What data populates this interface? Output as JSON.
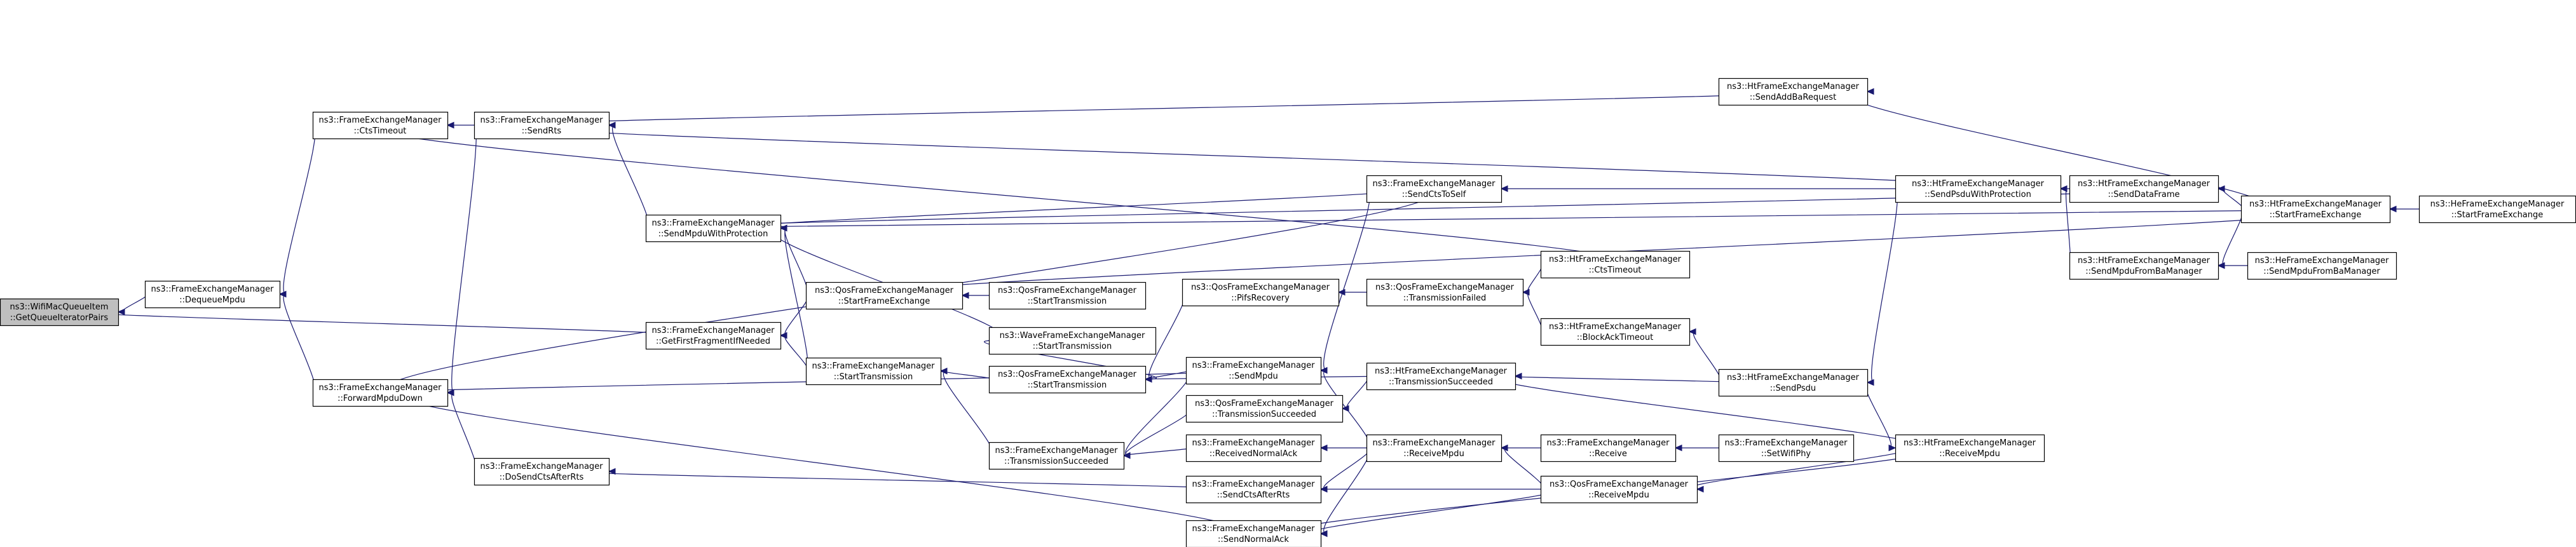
{
  "graph": {
    "type": "call-graph",
    "nodes": [
      {
        "id": "root",
        "line1": "ns3::WifiMacQueueItem",
        "line2": "::GetQueueIteratorPairs",
        "root": true
      },
      {
        "id": "dequeue",
        "line1": "ns3::FrameExchangeManager",
        "line2": "::DequeueMpdu"
      },
      {
        "id": "ctsTimeout",
        "line1": "ns3::FrameExchangeManager",
        "line2": "::CtsTimeout"
      },
      {
        "id": "sendRts",
        "line1": "ns3::FrameExchangeManager",
        "line2": "::SendRts"
      },
      {
        "id": "forwardMpdu",
        "line1": "ns3::FrameExchangeManager",
        "line2": "::ForwardMpduDown"
      },
      {
        "id": "doSendCts",
        "line1": "ns3::FrameExchangeManager",
        "line2": "::DoSendCtsAfterRts"
      },
      {
        "id": "sendMpduProt",
        "line1": "ns3::FrameExchangeManager",
        "line2": "::SendMpduWithProtection"
      },
      {
        "id": "getFirstFrag",
        "line1": "ns3::FrameExchangeManager",
        "line2": "::GetFirstFragmentIfNeeded"
      },
      {
        "id": "qosStartFE",
        "line1": "ns3::QosFrameExchangeManager",
        "line2": "::StartFrameExchange"
      },
      {
        "id": "qosStartTrans",
        "line1": "ns3::QosFrameExchangeManager",
        "line2": "::StartTransmission"
      },
      {
        "id": "feStartTrans",
        "line1": "ns3::FrameExchangeManager",
        "line2": "::StartTransmission"
      },
      {
        "id": "waveStartTrans",
        "line1": "ns3::WaveFrameExchangeManager",
        "line2": "::StartTransmission"
      },
      {
        "id": "qosStartTrans2",
        "line1": "ns3::QosFrameExchangeManager",
        "line2": "::StartTransmission"
      },
      {
        "id": "feTransSucc",
        "line1": "ns3::FrameExchangeManager",
        "line2": "::TransmissionSucceeded"
      },
      {
        "id": "pifs",
        "line1": "ns3::QosFrameExchangeManager",
        "line2": "::PifsRecovery"
      },
      {
        "id": "sendMpdu",
        "line1": "ns3::FrameExchangeManager",
        "line2": "::SendMpdu"
      },
      {
        "id": "qosTransSucc",
        "line1": "ns3::QosFrameExchangeManager",
        "line2": "::TransmissionSucceeded"
      },
      {
        "id": "recvNormalAck",
        "line1": "ns3::FrameExchangeManager",
        "line2": "::ReceivedNormalAck"
      },
      {
        "id": "sendCtsAfterRts",
        "line1": "ns3::FrameExchangeManager",
        "line2": "::SendCtsAfterRts"
      },
      {
        "id": "sendNormalAck",
        "line1": "ns3::FrameExchangeManager",
        "line2": "::SendNormalAck"
      },
      {
        "id": "sendCtsToSelf",
        "line1": "ns3::FrameExchangeManager",
        "line2": "::SendCtsToSelf"
      },
      {
        "id": "qosTransFailed",
        "line1": "ns3::QosFrameExchangeManager",
        "line2": "::TransmissionFailed"
      },
      {
        "id": "htTransSucc",
        "line1": "ns3::HtFrameExchangeManager",
        "line2": "::TransmissionSucceeded"
      },
      {
        "id": "feRecvMpdu",
        "line1": "ns3::FrameExchangeManager",
        "line2": "::ReceiveMpdu"
      },
      {
        "id": "qosRecvMpdu",
        "line1": "ns3::QosFrameExchangeManager",
        "line2": "::ReceiveMpdu"
      },
      {
        "id": "htSendAddBa",
        "line1": "ns3::HtFrameExchangeManager",
        "line2": "::SendAddBaRequest"
      },
      {
        "id": "htCtsTimeout",
        "line1": "ns3::HtFrameExchangeManager",
        "line2": "::CtsTimeout"
      },
      {
        "id": "htBlockAck",
        "line1": "ns3::HtFrameExchangeManager",
        "line2": "::BlockAckTimeout"
      },
      {
        "id": "feReceive",
        "line1": "ns3::FrameExchangeManager",
        "line2": "::Receive"
      },
      {
        "id": "feSetWifiPhy",
        "line1": "ns3::FrameExchangeManager",
        "line2": "::SetWifiPhy"
      },
      {
        "id": "htSendPsduProt",
        "line1": "ns3::HtFrameExchangeManager",
        "line2": "::SendPsduWithProtection"
      },
      {
        "id": "htSendPsdu",
        "line1": "ns3::HtFrameExchangeManager",
        "line2": "::SendPsdu"
      },
      {
        "id": "htRecvMpdu",
        "line1": "ns3::HtFrameExchangeManager",
        "line2": "::ReceiveMpdu"
      },
      {
        "id": "htSendData",
        "line1": "ns3::HtFrameExchangeManager",
        "line2": "::SendDataFrame"
      },
      {
        "id": "htSendMpduBa",
        "line1": "ns3::HtFrameExchangeManager",
        "line2": "::SendMpduFromBaManager"
      },
      {
        "id": "htStartFE",
        "line1": "ns3::HtFrameExchangeManager",
        "line2": "::StartFrameExchange"
      },
      {
        "id": "heSendMpduBa",
        "line1": "ns3::HeFrameExchangeManager",
        "line2": "::SendMpduFromBaManager"
      },
      {
        "id": "heStartFE",
        "line1": "ns3::HeFrameExchangeManager",
        "line2": "::StartFrameExchange"
      }
    ],
    "edges": [
      [
        "dequeue",
        "root"
      ],
      [
        "getFirstFrag",
        "root"
      ],
      [
        "ctsTimeout",
        "dequeue"
      ],
      [
        "forwardMpdu",
        "dequeue"
      ],
      [
        "sendRts",
        "ctsTimeout"
      ],
      [
        "htCtsTimeout",
        "ctsTimeout"
      ],
      [
        "sendMpduProt",
        "sendRts"
      ],
      [
        "htSendAddBa",
        "sendRts"
      ],
      [
        "htSendPsduProt",
        "sendRts"
      ],
      [
        "sendRts",
        "forwardMpdu"
      ],
      [
        "sendMpdu",
        "forwardMpdu"
      ],
      [
        "doSendCts",
        "forwardMpdu"
      ],
      [
        "sendNormalAck",
        "forwardMpdu"
      ],
      [
        "sendCtsToSelf",
        "forwardMpdu"
      ],
      [
        "sendCtsAfterRts",
        "doSendCts"
      ],
      [
        "qosStartFE",
        "sendMpduProt"
      ],
      [
        "feStartTrans",
        "sendMpduProt"
      ],
      [
        "waveStartTrans",
        "sendMpduProt"
      ],
      [
        "htSendData",
        "sendMpduProt"
      ],
      [
        "htStartFE",
        "sendMpduProt"
      ],
      [
        "sendCtsToSelf",
        "sendMpduProt"
      ],
      [
        "qosStartTrans",
        "qosStartFE"
      ],
      [
        "htStartFE",
        "qosStartFE"
      ],
      [
        "feStartTrans",
        "getFirstFrag"
      ],
      [
        "qosStartFE",
        "getFirstFrag"
      ],
      [
        "qosStartTrans2",
        "feStartTrans"
      ],
      [
        "feTransSucc",
        "feStartTrans"
      ],
      [
        "qosStartTrans2",
        "waveStartTrans"
      ],
      [
        "pifs",
        "qosStartTrans2"
      ],
      [
        "sendMpdu",
        "qosStartTrans2"
      ],
      [
        "htTransSucc",
        "qosStartTrans2"
      ],
      [
        "qosTransSucc",
        "feTransSucc"
      ],
      [
        "recvNormalAck",
        "feTransSucc"
      ],
      [
        "sendMpdu",
        "feTransSucc"
      ],
      [
        "qosTransFailed",
        "pifs"
      ],
      [
        "sendCtsToSelf",
        "sendMpdu"
      ],
      [
        "feRecvMpdu",
        "sendMpdu"
      ],
      [
        "htTransSucc",
        "qosTransSucc"
      ],
      [
        "feRecvMpdu",
        "recvNormalAck"
      ],
      [
        "feRecvMpdu",
        "sendCtsAfterRts"
      ],
      [
        "qosRecvMpdu",
        "sendCtsAfterRts"
      ],
      [
        "feRecvMpdu",
        "sendNormalAck"
      ],
      [
        "qosRecvMpdu",
        "sendNormalAck"
      ],
      [
        "htRecvMpdu",
        "sendNormalAck"
      ],
      [
        "htSendPsduProt",
        "sendCtsToSelf"
      ],
      [
        "htCtsTimeout",
        "qosTransFailed"
      ],
      [
        "htBlockAck",
        "qosTransFailed"
      ],
      [
        "htSendPsdu",
        "htTransSucc"
      ],
      [
        "htRecvMpdu",
        "htTransSucc"
      ],
      [
        "feReceive",
        "feRecvMpdu"
      ],
      [
        "qosRecvMpdu",
        "feRecvMpdu"
      ],
      [
        "htRecvMpdu",
        "qosRecvMpdu"
      ],
      [
        "htStartFE",
        "htSendAddBa"
      ],
      [
        "htSendPsdu",
        "htBlockAck"
      ],
      [
        "feSetWifiPhy",
        "feReceive"
      ],
      [
        "htSendData",
        "htSendPsduProt"
      ],
      [
        "htSendMpduBa",
        "htSendPsduProt"
      ],
      [
        "htSendPsduProt",
        "htSendPsdu"
      ],
      [
        "htSendPsdu",
        "htRecvMpdu"
      ],
      [
        "htStartFE",
        "htSendData"
      ],
      [
        "htStartFE",
        "htSendMpduBa"
      ],
      [
        "heSendMpduBa",
        "htSendMpduBa"
      ],
      [
        "heStartFE",
        "htStartFE"
      ]
    ]
  }
}
